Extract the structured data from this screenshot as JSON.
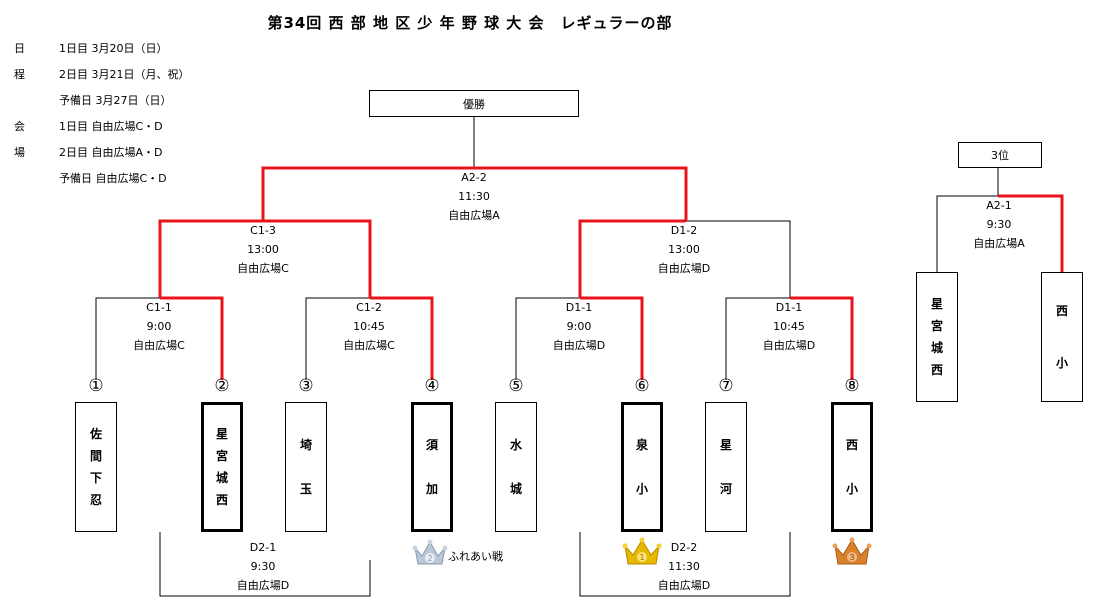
{
  "title": "第34回 西 部 地 区 少 年 野 球 大 会　レギュラーの部",
  "schedule": {
    "nittei_label": "日程",
    "day1": "1日目 3月20日（日）",
    "day2": "2日目 3月21日（月、祝）",
    "spare": "予備日 3月27日（日）",
    "kaijo_label": "会場",
    "venue1": "1日目 自由広場C・D",
    "venue2": "2日目 自由広場A・D",
    "venue_spare": "予備日 自由広場C・D"
  },
  "headers": {
    "champion": "優勝",
    "third": "3位"
  },
  "matches": {
    "a2_2": [
      "A2-2",
      "11:30",
      "自由広場A"
    ],
    "c1_3": [
      "C1-3",
      "13:00",
      "自由広場C"
    ],
    "d1_2": [
      "D1-2",
      "13:00",
      "自由広場D"
    ],
    "c1_1": [
      "C1-1",
      "9:00",
      "自由広場C"
    ],
    "c1_2": [
      "C1-2",
      "10:45",
      "自由広場C"
    ],
    "d1_1a": [
      "D1-1",
      "9:00",
      "自由広場D"
    ],
    "d1_1b": [
      "D1-1",
      "10:45",
      "自由広場D"
    ],
    "a2_1": [
      "A2-1",
      "9:30",
      "自由広場A"
    ],
    "d2_1": [
      "D2-1",
      "9:30",
      "自由広場D"
    ],
    "d2_2": [
      "D2-2",
      "11:30",
      "自由広場D"
    ]
  },
  "seeds": [
    "①",
    "②",
    "③",
    "④",
    "⑤",
    "⑥",
    "⑦",
    "⑧"
  ],
  "teams": [
    [
      "佐",
      "間",
      "下",
      "忍"
    ],
    [
      "星",
      "宮",
      "城",
      "西"
    ],
    [
      "埼",
      "玉"
    ],
    [
      "須",
      "加"
    ],
    [
      "水",
      "城"
    ],
    [
      "泉",
      "小"
    ],
    [
      "星",
      "河"
    ],
    [
      "西",
      "小"
    ]
  ],
  "third_teams": [
    [
      "星",
      "宮",
      "城",
      "西"
    ],
    [
      "西",
      "小"
    ]
  ],
  "fureai_label": "ふれあい戦",
  "colors": {
    "win_line": "#e8141c",
    "gold": "#e8b800",
    "silver": "#b8c8d8",
    "bronze": "#d9822b"
  }
}
